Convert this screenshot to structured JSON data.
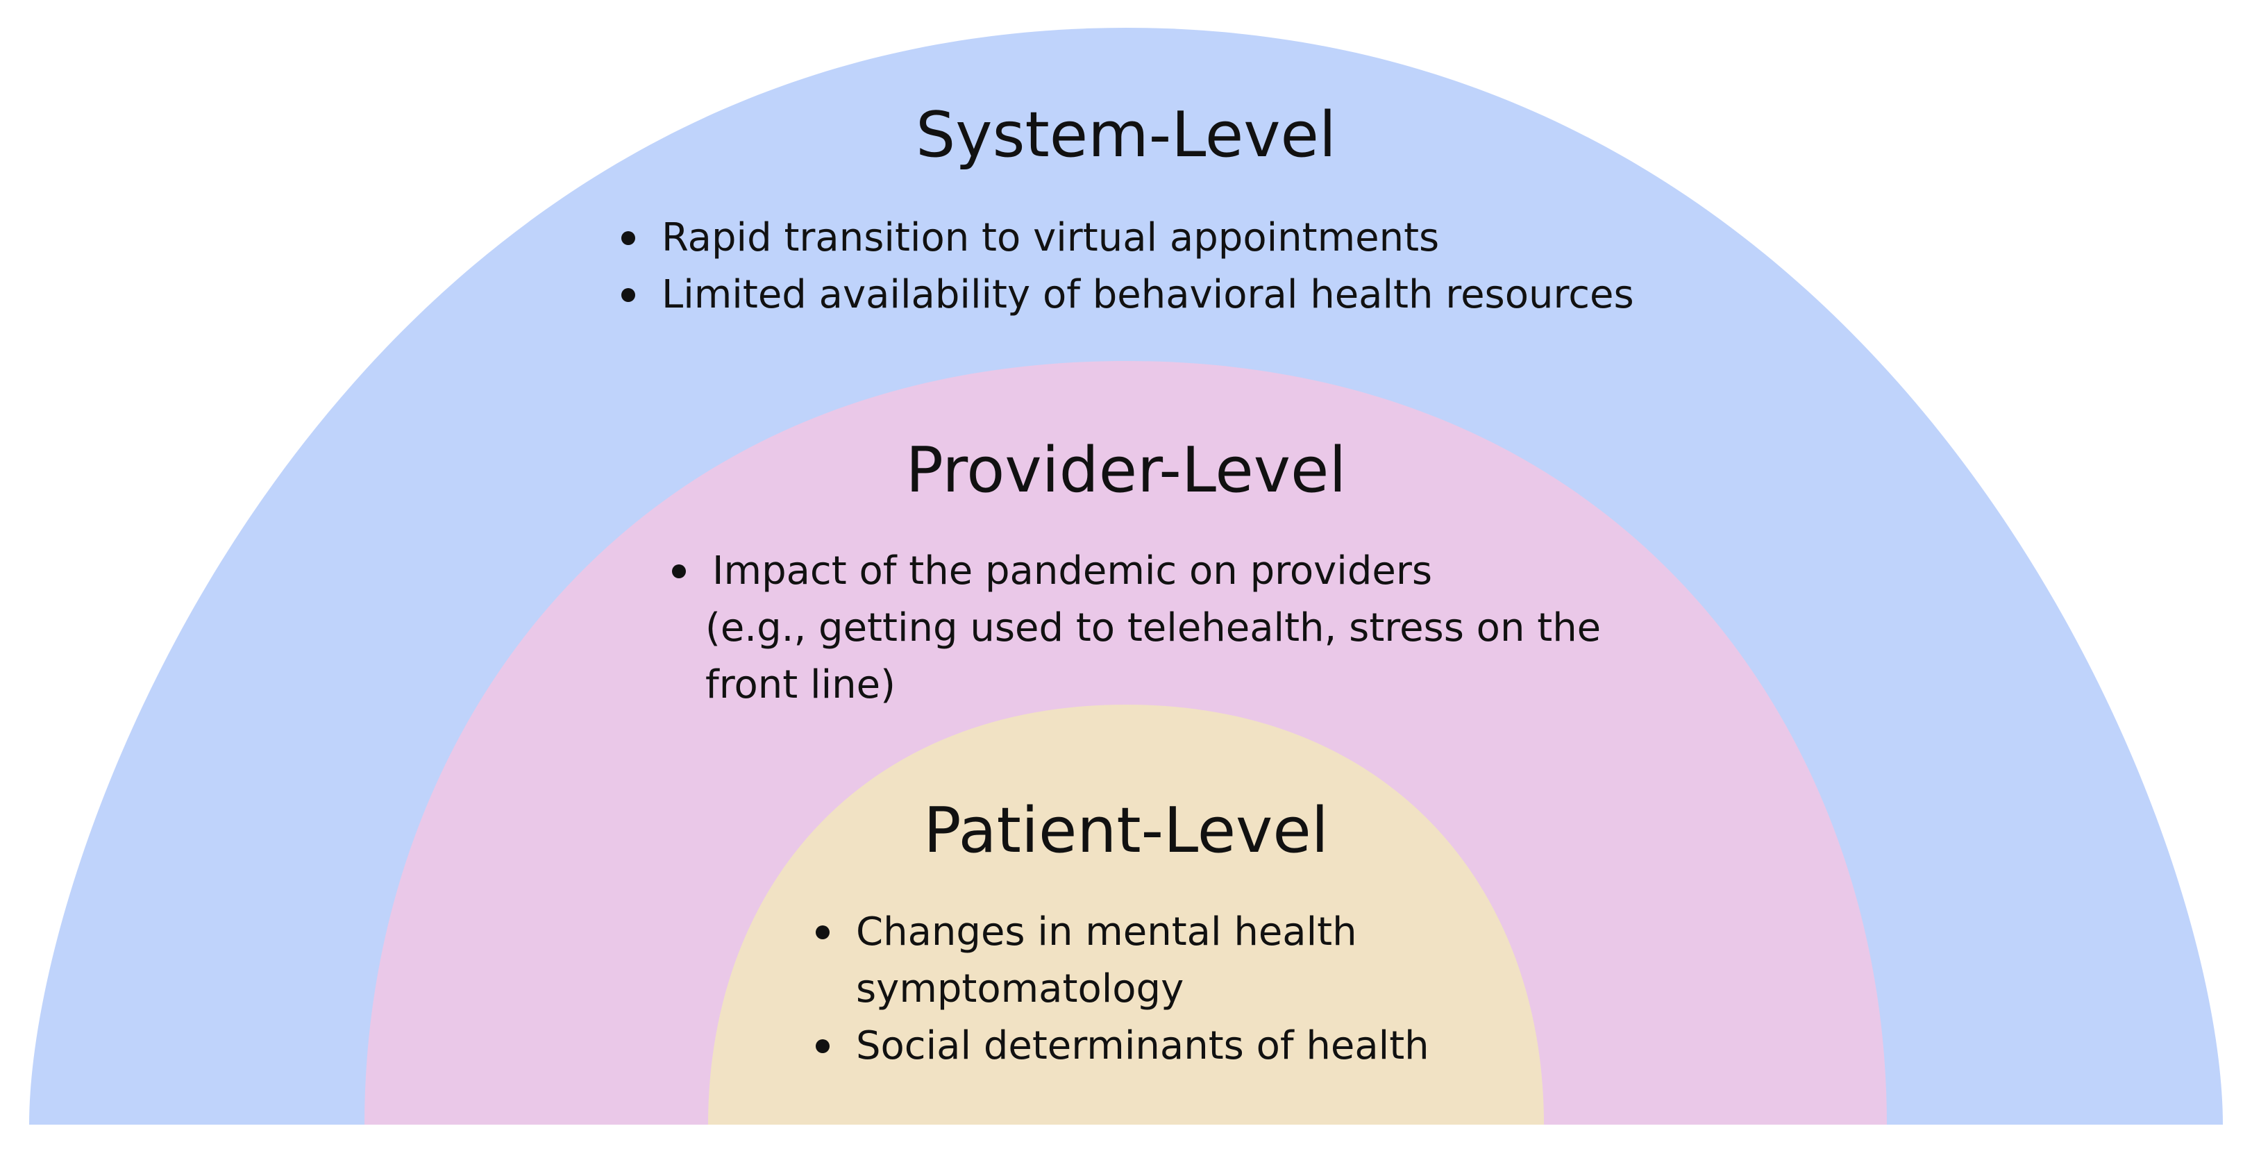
{
  "colors": {
    "system_fill": "#bfd3fb",
    "provider_fill": "#eac8e8",
    "patient_fill": "#f1e2c4",
    "text": "#111111",
    "background": "#ffffff"
  },
  "system": {
    "title": "System-Level",
    "bullets": [
      "Rapid transition to virtual appointments",
      "Limited availability of behavioral health resources"
    ]
  },
  "provider": {
    "title": "Provider-Level",
    "bullet": "Impact of the pandemic on providers",
    "continuation": [
      "(e.g., getting used to telehealth, stress on the",
      "front line)"
    ]
  },
  "patient": {
    "title": "Patient-Level",
    "bullet_1_line_1": "Changes in mental health",
    "bullet_1_line_2": "symptomatology",
    "bullet_2": "Social determinants of health"
  }
}
